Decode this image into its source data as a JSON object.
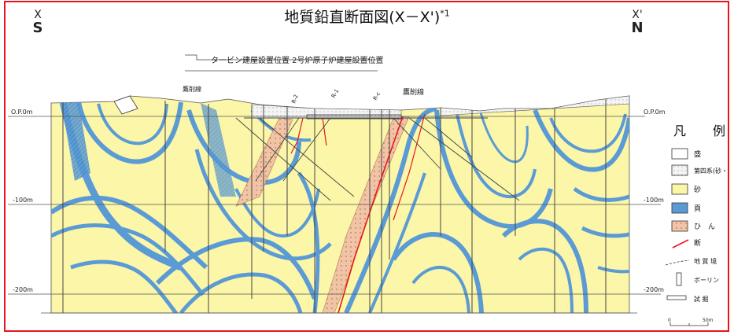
{
  "title": "地質鉛直断面図(X－X')",
  "title_note": "*1",
  "compass_left": {
    "marker": "X",
    "direction": "S"
  },
  "compass_right": {
    "marker": "X'",
    "direction": "N"
  },
  "annotations": {
    "building_labels": "タービン建屋設置位置  2号炉原子炉建屋設置位置",
    "fault_left": "鷹削線",
    "fault_right": "鷹削線",
    "borehole_r2": "R-2",
    "borehole_r1": "R-1",
    "borehole_rc": "R-c"
  },
  "elevations": {
    "left": [
      "O.P.0m",
      "-100m",
      "-200m"
    ],
    "right": [
      "O.P.0m",
      "-100m",
      "-200m"
    ]
  },
  "legend": {
    "title_a": "凡",
    "title_b": "例",
    "items": [
      {
        "label": "盛",
        "kind": "fill",
        "color": "#ffffff"
      },
      {
        "label": "第四系(砂・",
        "kind": "quaternary",
        "color": "#f4f4f4"
      },
      {
        "label": "砂",
        "kind": "sand",
        "color": "#fbf6a8"
      },
      {
        "label": "頁",
        "kind": "shale",
        "color": "#5b9bd5"
      },
      {
        "label": "ひ　ん",
        "kind": "fracture",
        "color": "#f2c4a6"
      },
      {
        "label": "断",
        "kind": "fault",
        "color": "#e8161b"
      },
      {
        "label": "地 質 境",
        "kind": "boundary",
        "color": "#333333"
      },
      {
        "label": "ボーリン",
        "kind": "boring",
        "color": "#333333"
      },
      {
        "label": "試 掘",
        "kind": "adit",
        "color": "#333333"
      }
    ],
    "scale_labels": [
      "0",
      "50m"
    ]
  },
  "colors": {
    "frame": "#e8161b",
    "sand": "#fbf6a8",
    "shale": "#5b9bd5",
    "fracture_zone": "#f2c4a6",
    "fault": "#e8161b"
  }
}
